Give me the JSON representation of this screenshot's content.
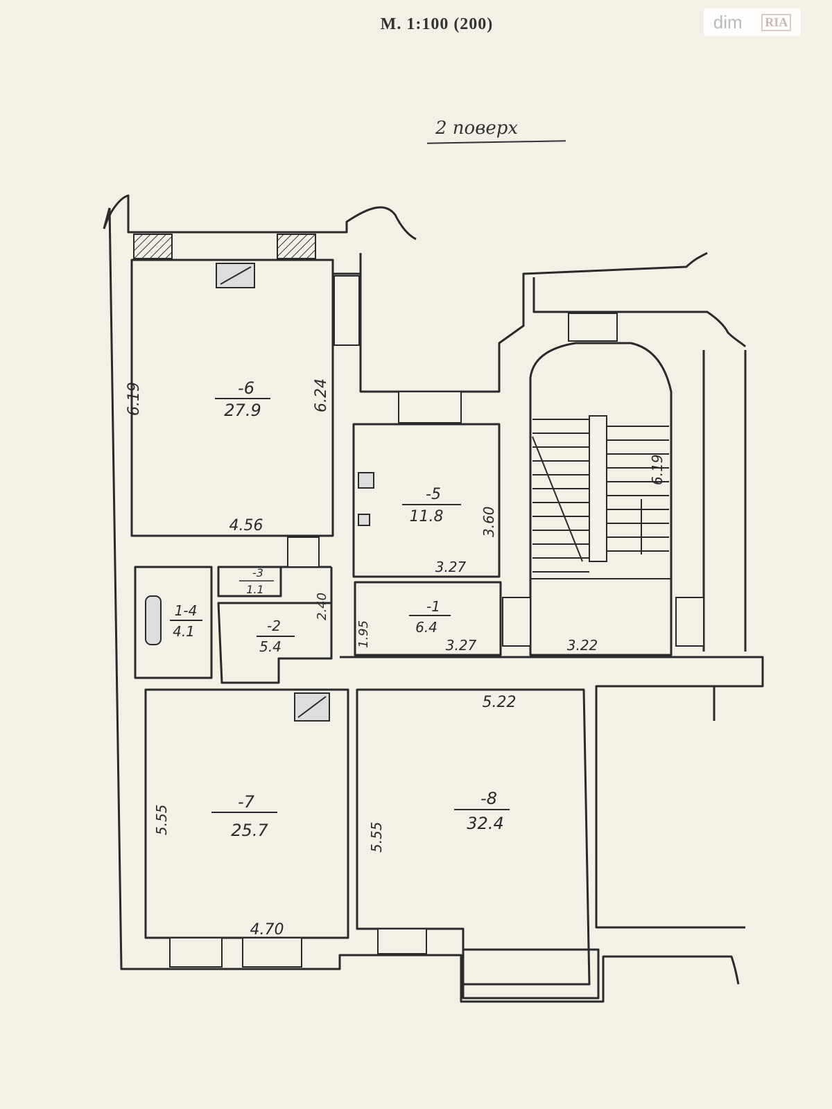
{
  "header": {
    "scale": "М. 1:100 (200)",
    "floor": "2 поверх"
  },
  "watermark": {
    "left": "dim",
    "right": "RIA"
  },
  "rooms": [
    {
      "id": "6",
      "label": "-6",
      "area": "27.9"
    },
    {
      "id": "5",
      "label": "-5",
      "area": "11.8"
    },
    {
      "id": "4",
      "label": "1-4",
      "area": "4.1"
    },
    {
      "id": "3",
      "label": "-3",
      "area": "1.1"
    },
    {
      "id": "2",
      "label": "-2",
      "area": "5.4"
    },
    {
      "id": "1",
      "label": "-1",
      "area": "6.4"
    },
    {
      "id": "7",
      "label": "-7",
      "area": "25.7"
    },
    {
      "id": "8",
      "label": "-8",
      "area": "32.4"
    }
  ],
  "dimensions": {
    "r6_width": "4.56",
    "r6_left": "6.19",
    "r6_right": "6.24",
    "r5_height": "3.60",
    "r5_width": "3.27",
    "r2_height": "2.40",
    "r1_height": "1.95",
    "r1_width": "3.27",
    "stair_width": "3.22",
    "stair_side": "6.19",
    "r8_width": "5.22",
    "r8_height": "5.55",
    "r7_height": "5.55",
    "r7_width": "4.70"
  }
}
